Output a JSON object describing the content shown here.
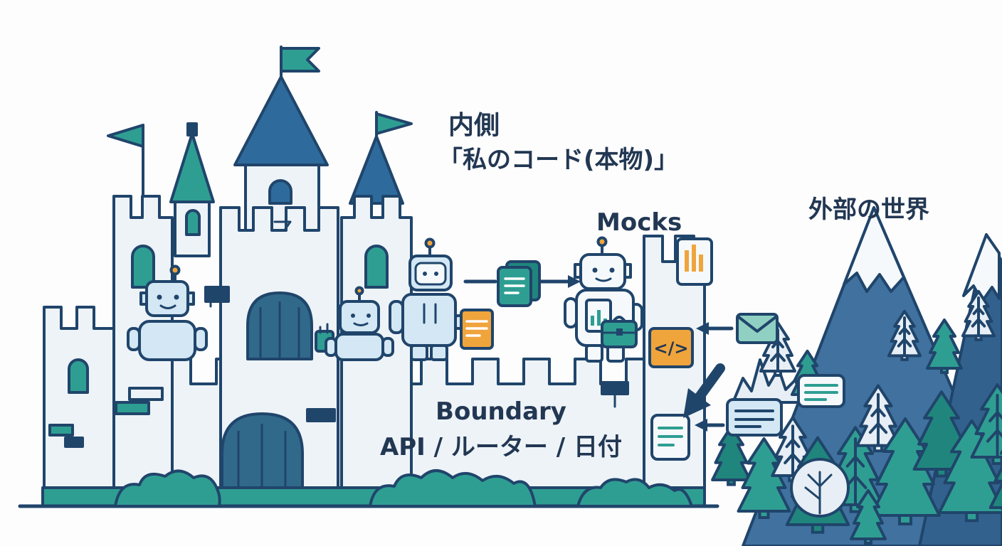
{
  "labels": {
    "inside": {
      "line1": "内側",
      "line2": "「私のコード(本物)」"
    },
    "mocks": "Mocks",
    "outside_world": "外部の世界",
    "boundary": {
      "line1": "Boundary",
      "line2": "API / ルーター / 日付"
    }
  },
  "icons": {
    "code_badge": "</>"
  },
  "colors": {
    "outline": "#20456b",
    "wall": "#eef3f8",
    "teal": "#2f9e92",
    "tealdark": "#20867d",
    "blue": "#2e6b9c",
    "robot": "#d3e7f4",
    "orange": "#f0a43c",
    "white": "#f5f9fc",
    "mountain": "#40719f",
    "mountain2": "#33618e",
    "lightgrey": "#e7eef5",
    "text": "#223752",
    "bg": "#fdfdfe",
    "door": "#31698a",
    "envelope": "#8fd0c2"
  }
}
